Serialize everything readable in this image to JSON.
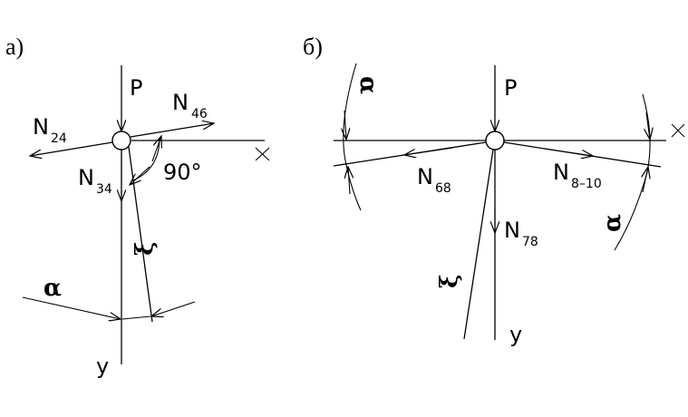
{
  "panels": {
    "a": {
      "panel_label": "а)",
      "load_label": "P",
      "member_labels": {
        "n24": "N",
        "n24_sub": "24",
        "n46": "N",
        "n46_sub": "46",
        "n34": "N",
        "n34_sub": "34"
      },
      "angle_label": "90°",
      "axis_x": "x",
      "axis_y": "y",
      "alpha": "α",
      "xi": "ξ"
    },
    "b": {
      "panel_label": "б)",
      "load_label": "P",
      "member_labels": {
        "n68": "N",
        "n68_sub": "68",
        "n810": "N",
        "n810_sub": "8–10",
        "n78": "N",
        "n78_sub": "78"
      },
      "axis_x": "x",
      "axis_y": "y",
      "alpha_left": "α",
      "alpha_right": "α",
      "xi": "ξ"
    }
  }
}
